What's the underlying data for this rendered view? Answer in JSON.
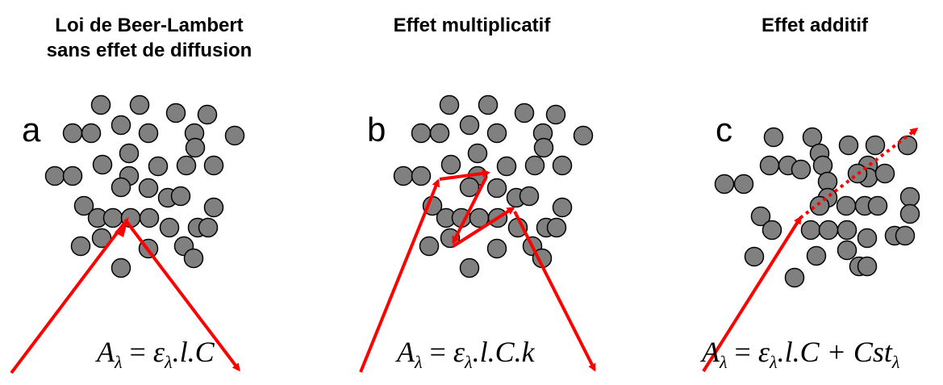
{
  "panels": [
    {
      "letter": "a",
      "title": "Loi de Beer-Lambert\nsans effet de diffusion",
      "formula": {
        "lhs": "A",
        "lhs_sub": "λ",
        "eq": " = ",
        "eps": "ε",
        "eps_sub": "λ",
        "rest": ".l.C",
        "tail": "",
        "tail_sub": ""
      }
    },
    {
      "letter": "b",
      "title": "Effet multiplicatif",
      "formula": {
        "lhs": "A",
        "lhs_sub": "λ",
        "eq": " = ",
        "eps": "ε",
        "eps_sub": "λ",
        "rest": ".l.C.k",
        "tail": "",
        "tail_sub": ""
      }
    },
    {
      "letter": "c",
      "title": "Effet additif",
      "formula": {
        "lhs": "A",
        "lhs_sub": "λ",
        "eq": " = ",
        "eps": "ε",
        "eps_sub": "λ",
        "rest": ".l.C + Cst",
        "tail": "",
        "tail_sub": "λ"
      }
    }
  ],
  "colors": {
    "particle_fill": "#808080",
    "particle_stroke": "#000000",
    "arrow": "#ff0000"
  }
}
